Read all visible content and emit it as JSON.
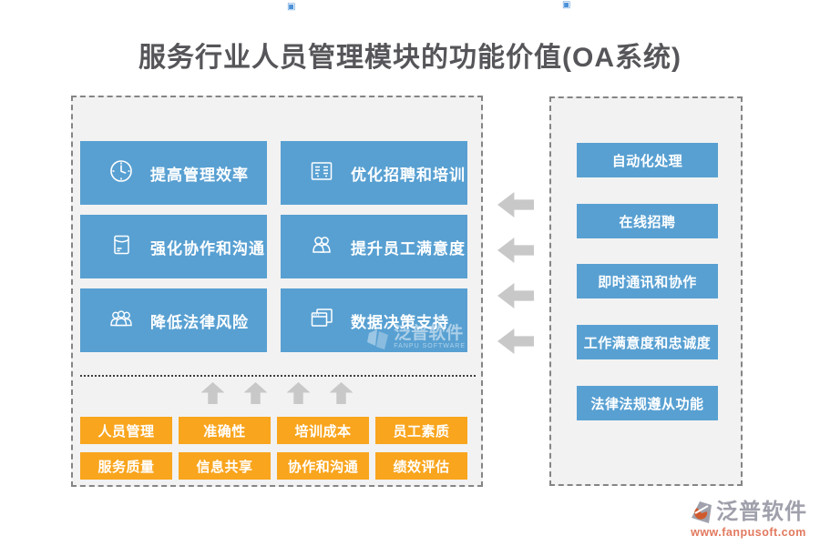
{
  "title": "服务行业人员管理模块的功能价值(OA系统)",
  "colors": {
    "primary_blue": "#58A0D2",
    "accent_orange": "#F9A51D",
    "panel_bg": "#F2F2F2",
    "arrow_gray": "#C8C8C8",
    "title_gray": "#56565A"
  },
  "left_panel": {
    "features": [
      {
        "label": "提高管理效率",
        "icon": "clock-icon"
      },
      {
        "label": "优化招聘和培训",
        "icon": "resume-icon"
      },
      {
        "label": "强化协作和沟通",
        "icon": "envelope-icon"
      },
      {
        "label": "提升员工满意度",
        "icon": "two-users-icon"
      },
      {
        "label": "降低法律风险",
        "icon": "group-users-icon"
      },
      {
        "label": "数据决策支持",
        "icon": "stacked-windows-icon"
      }
    ],
    "tags": [
      "人员管理",
      "准确性",
      "培训成本",
      "员工素质",
      "服务质量",
      "信息共享",
      "协作和沟通",
      "绩效评估"
    ]
  },
  "right_panel": {
    "items": [
      "自动化处理",
      "在线招聘",
      "即时通讯和协作",
      "工作满意度和忠诚度",
      "法律法规遵从功能"
    ]
  },
  "watermark": {
    "text": "泛普软件",
    "subtext": "FANPU SOFTWARE"
  },
  "footer_logo": {
    "brand": "泛普软件",
    "url": "www.fanpusoft.com"
  }
}
